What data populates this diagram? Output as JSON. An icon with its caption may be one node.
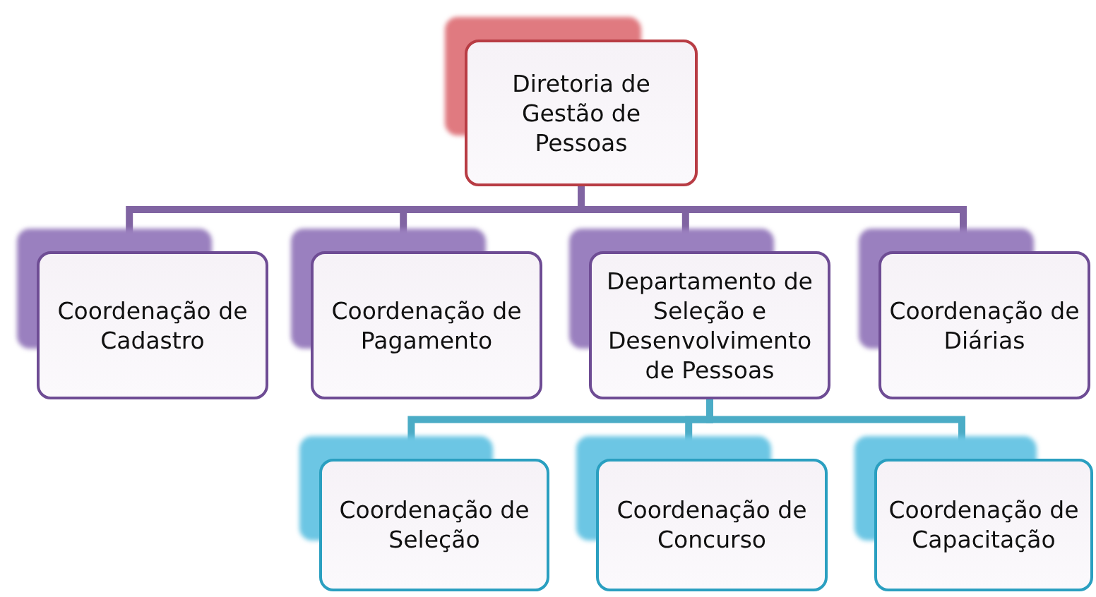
{
  "diagram": {
    "nodes": [
      {
        "text": [
          "Diretoria de Gestão de Pessoas"
        ]
      },
      {
        "text": [
          "Coordenação de Cadastro"
        ]
      },
      {
        "text": [
          "Coordenação de Pagamento"
        ]
      },
      {
        "text": [
          "Departamento de Seleção e Desenvolvimento de Pessoas"
        ]
      },
      {
        "text": [
          "Coordenação de Diárias"
        ]
      },
      {
        "text": [
          "Coordenação de Seleção"
        ]
      },
      {
        "text": [
          "Coordenação de Concurso"
        ]
      },
      {
        "text": [
          "Coordenação de Capacitação"
        ]
      }
    ],
    "edges": [
      {
        "from": 0,
        "to": 1,
        "arrow": "none"
      },
      {
        "from": 0,
        "to": 2,
        "arrow": "none"
      },
      {
        "from": 0,
        "to": 3,
        "arrow": "none"
      },
      {
        "from": 0,
        "to": 4,
        "arrow": "none"
      },
      {
        "from": 3,
        "to": 5,
        "arrow": "none",
        "color": "#4bacc6"
      },
      {
        "from": 3,
        "to": 6,
        "arrow": "none",
        "color": "#4bacc6"
      },
      {
        "from": 3,
        "to": 7,
        "arrow": "none",
        "color": "#4bacc6"
      }
    ]
  }
}
